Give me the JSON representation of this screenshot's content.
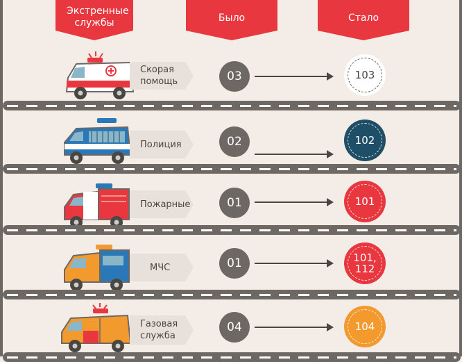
{
  "headers": {
    "services": "Экстренные службы",
    "before": "Было",
    "after": "Стало"
  },
  "colors": {
    "ribbon": "#e8373e",
    "road": "#6e6864",
    "background": "#f4ece6"
  },
  "rows": [
    {
      "service": "Скорая помощь",
      "old": "03",
      "new": "103",
      "new_color": "#ffffff",
      "vehicle": "ambulance-icon"
    },
    {
      "service": "Полиция",
      "old": "02",
      "new": "102",
      "new_color": "#1f4e67",
      "vehicle": "police-car-icon"
    },
    {
      "service": "Пожарные",
      "old": "01",
      "new": "101",
      "new_color": "#e8373e",
      "vehicle": "fire-truck-icon"
    },
    {
      "service": "МЧС",
      "old": "01",
      "new": "101, 112",
      "new_color": "#e8373e",
      "vehicle": "rescue-van-icon"
    },
    {
      "service": "Газовая служба",
      "old": "04",
      "new": "104",
      "new_color": "#f39a2e",
      "vehicle": "gas-service-van-icon"
    }
  ]
}
